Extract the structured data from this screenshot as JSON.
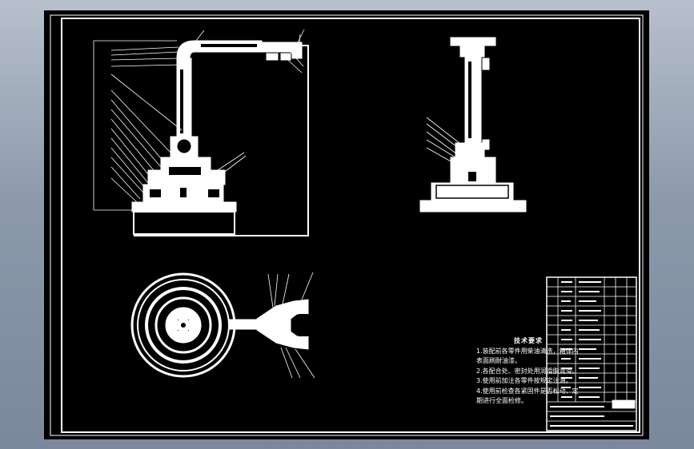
{
  "technical_requirements": {
    "title": "技术要求",
    "items": [
      "1.装配前各零件用柴油清洗，箱体内表面刷耐油漆。",
      "2.各配合处、密封处用润滑脂润滑。",
      "3.使用前加注各零件按规定注油。",
      "4.使用前检查各紧固件是否松动，定期进行全面检修。"
    ]
  },
  "colors": {
    "background": "#8c99ab",
    "viewport": "#000000",
    "linework": "#ffffff"
  }
}
